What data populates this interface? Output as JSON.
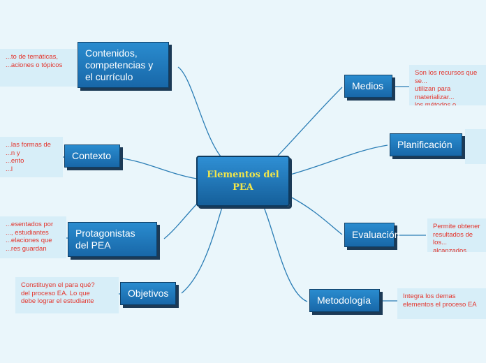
{
  "center": {
    "title": "Elementos del PEA"
  },
  "topics": {
    "contenidos": {
      "label": "Contenidos, competencias y el currículo",
      "note": "...to de temáticas,\n...aciones o tópicos"
    },
    "contexto": {
      "label": "Contexto",
      "note": "...las formas de\n...n y\n...ento\n...l"
    },
    "protagonistas": {
      "label": "Protagonistas del PEA",
      "note": "...esentados por\n..., estudiantes\n...elaciones que\n...res guardan"
    },
    "objetivos": {
      "label": "Objetivos",
      "note": "Constituyen el para qué?\ndel proceso EA. Lo que\ndebe lograr el estudiante"
    },
    "medios": {
      "label": "Medios",
      "note": "Son los recursos que se...\nutilizan para materializar...\nlos métodos o\nestrategias de enseñanz..."
    },
    "planificacion": {
      "label": "Planificación",
      "note": ""
    },
    "evaluacion": {
      "label": "Evaluación",
      "note": "Permite obtener\nresultados de los...\nalcanzados."
    },
    "metodologia": {
      "label": "Metodología",
      "note": "Integra los demas\nelementos el proceso EA"
    }
  },
  "colors": {
    "background": "#eaf6fb",
    "node": "#1f77bd",
    "center_text": "#f2e64a",
    "note_text": "#e3342c",
    "note_bg": "#d7eef8",
    "connector": "#2a7db5"
  }
}
